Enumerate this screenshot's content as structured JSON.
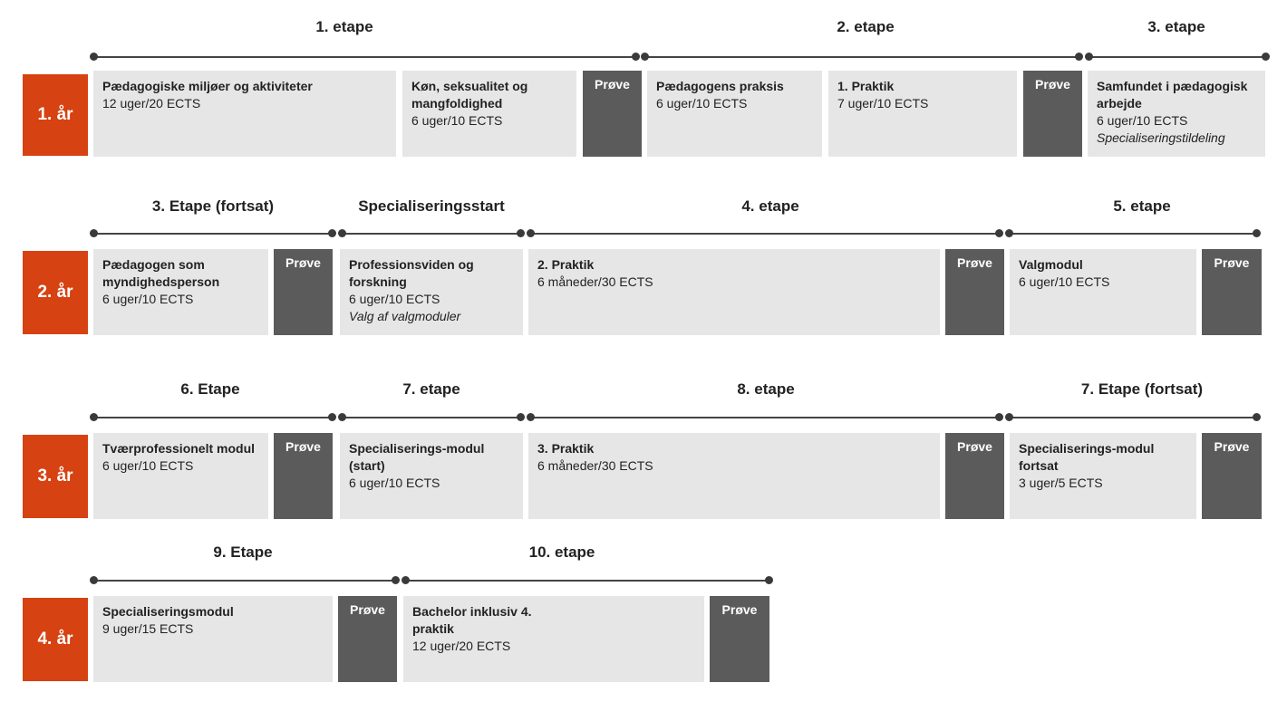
{
  "rows": [
    {
      "year": "1. år",
      "stages": [
        "1. etape",
        "2.  etape",
        "3. etape"
      ],
      "modules": [
        {
          "title": "Pædagogiske miljøer og aktiviteter",
          "sub": "12 uger/20 ECTS",
          "note": ""
        },
        {
          "title": "Køn, seksualitet og mangfoldighed",
          "sub": "6 uger/10 ECTS",
          "note": ""
        },
        {
          "title": "Pædagogens praksis",
          "sub": "6 uger/10 ECTS",
          "note": ""
        },
        {
          "title": "1. Praktik",
          "sub": "7 uger/10 ECTS",
          "note": ""
        },
        {
          "title": "Samfundet i pædagogisk arbejde",
          "sub": "6 uger/10 ECTS",
          "note": "Specialiseringstildeling"
        }
      ],
      "exams": [
        "Prøve",
        "Prøve"
      ]
    },
    {
      "year": "2. år",
      "stages": [
        "3. Etape (fortsat)",
        "Specialiseringsstart",
        "4.  etape",
        "5. etape"
      ],
      "modules": [
        {
          "title": "Pædagogen som myndighedsperson",
          "sub": "6 uger/10 ECTS",
          "note": ""
        },
        {
          "title": "Professionsviden og forskning",
          "sub": "6 uger/10 ECTS",
          "note": "Valg af valgmoduler"
        },
        {
          "title": "2. Praktik",
          "sub": "6 måneder/30 ECTS",
          "note": ""
        },
        {
          "title": "Valgmodul",
          "sub": "6 uger/10 ECTS",
          "note": ""
        }
      ],
      "exams": [
        "Prøve",
        "Prøve",
        "Prøve"
      ]
    },
    {
      "year": "3. år",
      "stages": [
        "6. Etape",
        "7. etape",
        "8. etape",
        "7. Etape (fortsat)"
      ],
      "modules": [
        {
          "title": "Tværprofessionelt modul",
          "sub": "6 uger/10 ECTS",
          "note": ""
        },
        {
          "title": "Specialiserings-modul (start)",
          "sub": "6 uger/10 ECTS",
          "note": ""
        },
        {
          "title": "3. Praktik",
          "sub": "6 måneder/30 ECTS",
          "note": ""
        },
        {
          "title": "Specialiserings-modul fortsat",
          "sub": "3 uger/5 ECTS",
          "note": ""
        }
      ],
      "exams": [
        "Prøve",
        "Prøve",
        "Prøve"
      ]
    },
    {
      "year": "4. år",
      "stages": [
        "9. Etape",
        "10. etape"
      ],
      "modules": [
        {
          "title": "Specialiseringsmodul",
          "sub": "9 uger/15 ECTS",
          "note": ""
        },
        {
          "title": "Bachelor inklusiv 4. praktik",
          "sub": "12 uger/20 ECTS",
          "note": ""
        }
      ],
      "exams": [
        "Prøve",
        "Prøve"
      ]
    }
  ],
  "colors": {
    "year_accent": "#d64211",
    "module_bg": "#e6e6e6",
    "exam_bg": "#5b5b5b",
    "timeline": "#444444"
  }
}
